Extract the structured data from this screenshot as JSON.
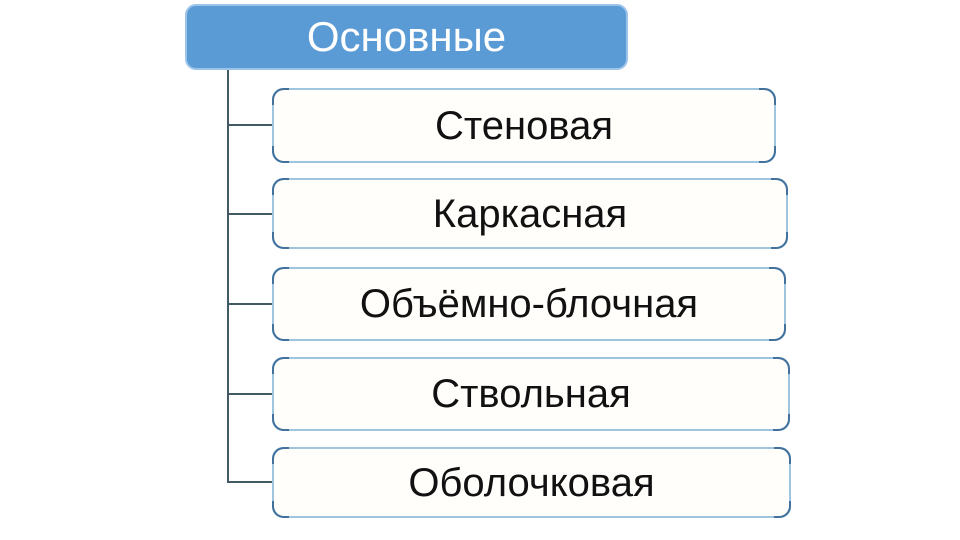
{
  "diagram": {
    "type": "hierarchy",
    "root": {
      "label": "Основные"
    },
    "children": [
      {
        "label": "Стеновая"
      },
      {
        "label": "Каркасная"
      },
      {
        "label": "Объёмно-блочная"
      },
      {
        "label": "Ствольная"
      },
      {
        "label": "Оболочковая"
      }
    ],
    "colors": {
      "root_fill": "#5b9bd5",
      "root_border": "#9cc3e8",
      "root_text": "#ffffff",
      "child_fill": "#fffefa",
      "child_border": "#9fc5de",
      "child_corner_accent": "#41719c",
      "connector": "#415a64",
      "child_text": "#111111"
    }
  }
}
